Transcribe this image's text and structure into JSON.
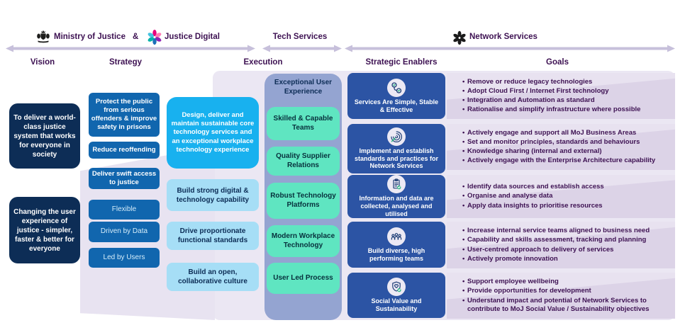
{
  "header": {
    "org1": "Ministry of Justice",
    "amp": "&",
    "org2": "Justice Digital",
    "tech_services": "Tech Services",
    "network_services": "Network Services"
  },
  "columns": {
    "vision": "Vision",
    "strategy": "Strategy",
    "execution": "Execution",
    "strategic_enablers": "Strategic Enablers",
    "goals": "Goals"
  },
  "vision": {
    "items": [
      "To deliver a world-class justice system that works for everyone in society",
      "Changing the user experience of justice - simpler, faster & better for everyone"
    ]
  },
  "strategy": {
    "items": [
      "Protect the public from serious offenders & improve safety in prisons",
      "Reduce reoffending",
      "Deliver swift access to justice",
      "Flexible",
      "Driven by Data",
      "Led by Users"
    ]
  },
  "execution": {
    "mission": "Design, deliver and maintain sustainable core technology services and an exceptional workplace technology experience",
    "items": [
      "Build strong digital & technology capability",
      "Drive proportionate functional standards",
      "Build an open, collaborative culture"
    ]
  },
  "tech_services": {
    "title": "Exceptional User Experience",
    "items": [
      "Skilled & Capable Teams",
      "Quality Supplier Relations",
      "Robust Technology Platforms",
      "Modern Workplace Technology",
      "User Led Process"
    ]
  },
  "enablers": [
    {
      "icon": "workflow-check-icon",
      "label": "Services Are Simple, Stable & Effective"
    },
    {
      "icon": "target-spiral-icon",
      "label": "Implement and establish standards and practices for Network Services"
    },
    {
      "icon": "clipboard-check-icon",
      "label": "Information and data are collected, analysed and utilised"
    },
    {
      "icon": "team-icon",
      "label": "Build diverse, high performing teams"
    },
    {
      "icon": "shield-heart-icon",
      "label": "Social Value and Sustainability"
    }
  ],
  "goals": [
    {
      "bullets": [
        "Remove or reduce legacy technologies",
        "Adopt Cloud First / Internet First technology",
        "Integration and Automation as standard",
        "Rationalise and simplify infrastructure where possible"
      ]
    },
    {
      "bullets": [
        "Actively engage and support all MoJ Business Areas",
        "Set and monitor principles, standards and behaviours",
        "Knowledge sharing (internal and external)",
        "Actively engage with the Enterprise Architecture capability"
      ]
    },
    {
      "bullets": [
        "Identify data sources and establish access",
        "Organise and analyse data",
        "Apply data insights to prioritise resources"
      ]
    },
    {
      "bullets": [
        "Increase internal service teams aligned to business need",
        "Capability and skills assessment, tracking and planning",
        "User-centred approach to delivery of services",
        "Actively promote innovation"
      ]
    },
    {
      "bullets": [
        "Support employee wellbeing",
        "Provide opportunities for development",
        "Understand impact and potential of Network Services to contribute to MoJ Social Value / Sustainability objectives"
      ]
    }
  ],
  "colors": {
    "purple": "#3D1152",
    "navy": "#0D2D56",
    "blue": "#1166AE",
    "cyan": "#18B1EF",
    "lblue": "#A6DEF6",
    "slate": "#94A4D1",
    "green": "#5FE5C1",
    "royal": "#2C54A4",
    "panel": "#EBE7F3",
    "goalbg": "#DCD3E7",
    "goalhi": "#E8E2F0",
    "arrow": "#C7C0DB",
    "wedge": "#E8E3F1",
    "pale": "#D5EDFA",
    "accent": "#2FB886",
    "stroke": "#1F3F77"
  }
}
